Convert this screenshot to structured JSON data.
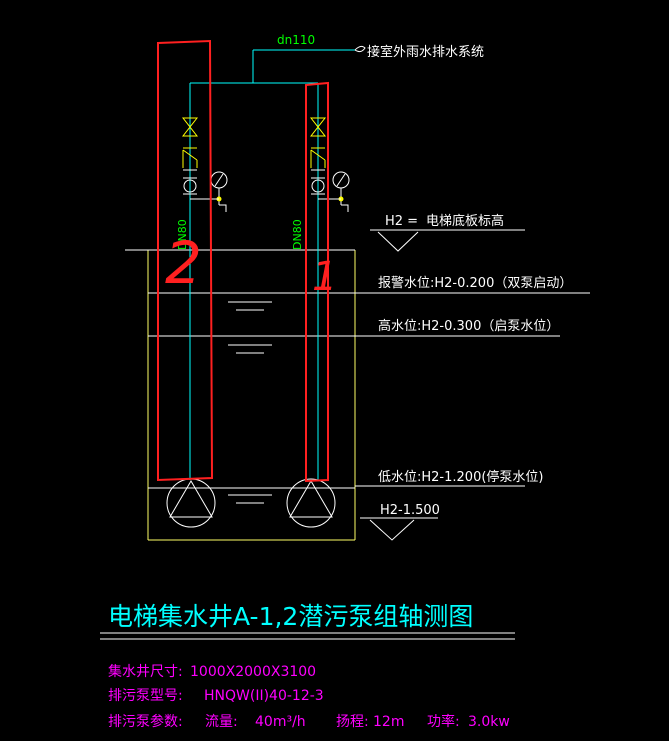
{
  "pipe": {
    "top_label": "dn110",
    "outlet_note": "接室外雨水排水系统",
    "left_riser": "DN80",
    "right_riser": "DN80"
  },
  "levels": {
    "h2_label": "H2 =",
    "h2_desc": "电梯底板标高",
    "alarm": "报警水位:H2-0.200（双泵启动）",
    "high": "高水位:H2-0.300（启泵水位）",
    "low": "低水位:H2-1.200(停泵水位)",
    "bottom": "H2-1.500"
  },
  "handwriting": {
    "left_number": "2",
    "right_number": "1"
  },
  "title": "电梯集水井A-1,2潜污泵组轴测图",
  "specs": {
    "size_label": "集水井尺寸:",
    "size_value": "1000X2000X3100",
    "model_label": "排污泵型号:",
    "model_value": "HNQW(II)40-12-3",
    "params_label": "排污泵参数:",
    "flow_label": "流量:",
    "flow_value": "40m³/h",
    "head_label": "扬程:",
    "head_value": "12m",
    "power_label": "功率:",
    "power_value": "3.0kw"
  },
  "colors": {
    "background": "#000000",
    "lines": "#ffffff",
    "pipe": "#00ffff",
    "dim_green": "#00ff00",
    "markup_red": "#ff2020",
    "spec_magenta": "#ff00ff",
    "level_yellow": "#ffff00"
  }
}
